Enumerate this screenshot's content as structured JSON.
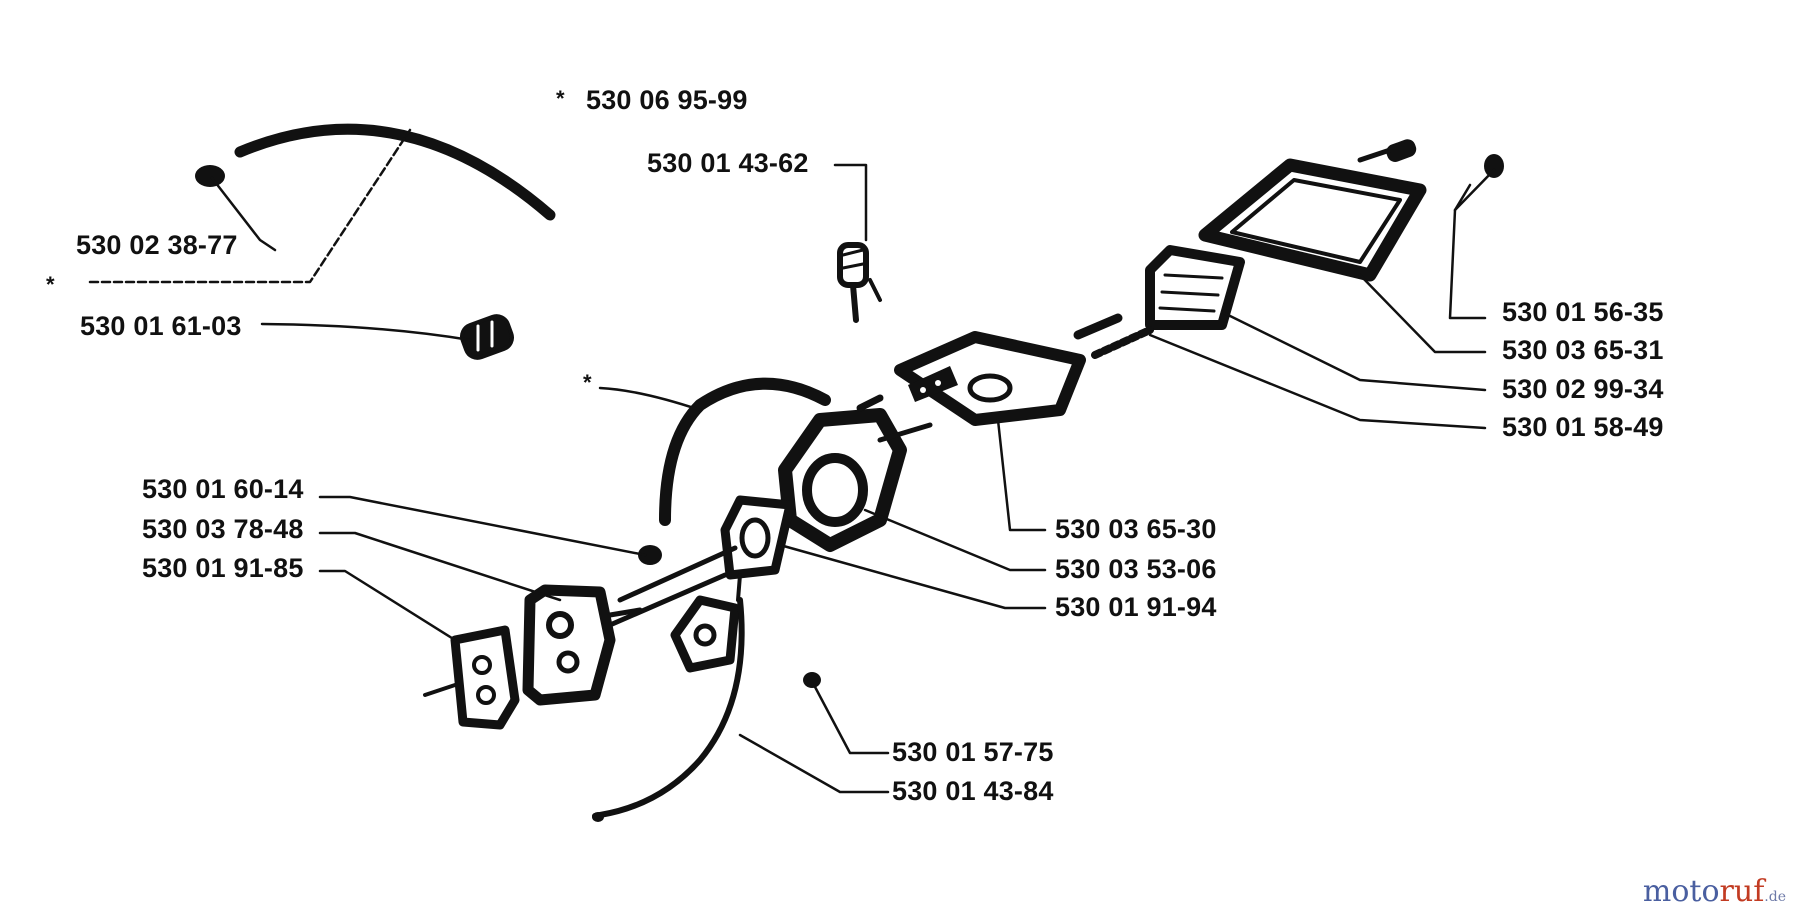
{
  "diagram": {
    "kit_label": "530 06 95-99",
    "kit_marker": "*",
    "parts": [
      {
        "id": "fuel-hose-long",
        "number": "530 02 38-77"
      },
      {
        "id": "fuel-hose-clip",
        "number": "530 01 61-03"
      },
      {
        "id": "choke-knob",
        "number": "530 01 43-62"
      },
      {
        "id": "filter-screw",
        "number": "530 01 56-35"
      },
      {
        "id": "air-filter",
        "number": "530 03 65-31"
      },
      {
        "id": "filter-element",
        "number": "530 02 99-34"
      },
      {
        "id": "filter-spring",
        "number": "530 01 58-49"
      },
      {
        "id": "filter-holder",
        "number": "530 03 65-30"
      },
      {
        "id": "carburetor",
        "number": "530 03 53-06"
      },
      {
        "id": "carb-gasket",
        "number": "530 01 91-94"
      },
      {
        "id": "mount-nut",
        "number": "530 01 60-14"
      },
      {
        "id": "intake-block",
        "number": "530 03 78-48"
      },
      {
        "id": "intake-gasket",
        "number": "530 01 91-85"
      },
      {
        "id": "throttle-nut",
        "number": "530 01 57-75"
      },
      {
        "id": "throttle-cable",
        "number": "530 01 43-84"
      }
    ]
  },
  "watermark": {
    "main": "moto",
    "accent": "ruf",
    "suffix": ".de"
  },
  "colors": {
    "ink": "#111111",
    "watermark_blue": "#4a5fa0",
    "watermark_red": "#c23b22"
  }
}
